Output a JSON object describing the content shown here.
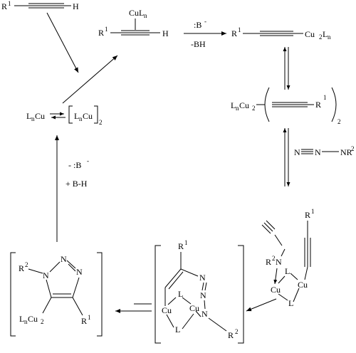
{
  "colors": {
    "ink": "#000000",
    "background": "#ffffff"
  },
  "labels": {
    "r1": "R",
    "r1_sup": "1",
    "r2": "R",
    "r2_sup": "2",
    "h": "H",
    "cul_cu": "CuL",
    "n_sub": "n",
    "cu": "Cu",
    "l": "L",
    "ln": "L",
    "cu2": "Cu",
    "two": "2",
    "n": "N",
    "base": ":B",
    "minus": "-",
    "minus_bh": "-BH",
    "minus_b": "- :B",
    "plus_bh": "+ B-H",
    "nr": "NR"
  }
}
